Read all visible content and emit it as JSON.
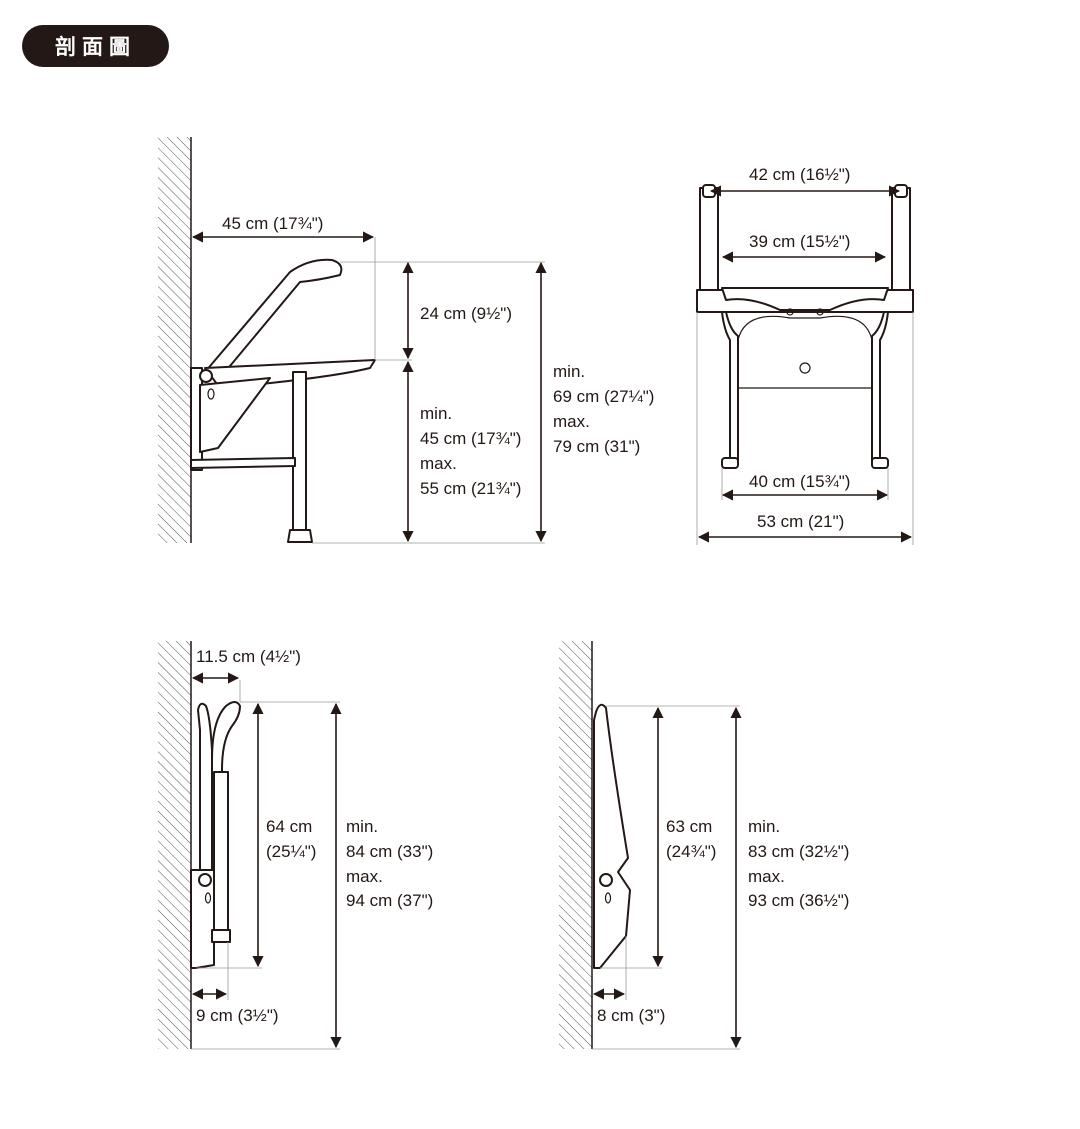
{
  "header": {
    "badge": "剖面圖"
  },
  "side_view": {
    "width": "45 cm (17¾\")",
    "armrest": "24 cm (9½\")",
    "seat_height": [
      "min.",
      "45 cm (17¾\")",
      "max.",
      "55 cm (21¾\")"
    ],
    "total_height": [
      "min.",
      "69 cm (27¼\")",
      "max.",
      "79 cm (31\")"
    ]
  },
  "front_view": {
    "top_width": "42 cm (16½\")",
    "inner_width": "39 cm (15½\")",
    "leg_width": "40 cm (15¾\")",
    "total_width": "53 cm (21\")"
  },
  "folded_with_arms": {
    "depth_top": "11.5 cm (4½\")",
    "height": [
      "64 cm",
      "(25¼\")"
    ],
    "total_height": [
      "min.",
      "84 cm (33\")",
      "max.",
      "94 cm (37\")"
    ],
    "depth_bottom": "9 cm (3½\")"
  },
  "folded_no_arms": {
    "height": [
      "63 cm",
      "(24¾\")"
    ],
    "total_height": [
      "min.",
      "83 cm (32½\")",
      "max.",
      "93 cm (36½\")"
    ],
    "depth_bottom": "8 cm (3\")"
  }
}
